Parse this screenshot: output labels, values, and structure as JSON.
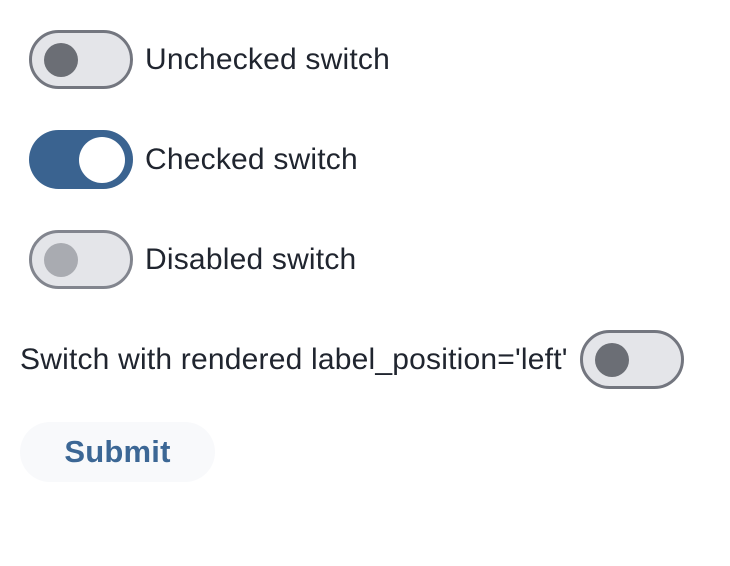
{
  "switches": [
    {
      "label": "Unchecked switch",
      "state": "unchecked",
      "label_position": "right"
    },
    {
      "label": "Checked switch",
      "state": "checked",
      "label_position": "right"
    },
    {
      "label": "Disabled switch",
      "state": "disabled",
      "label_position": "right"
    },
    {
      "label": "Switch with rendered label_position='left'",
      "state": "unchecked",
      "label_position": "left"
    }
  ],
  "submit": {
    "label": "Submit"
  },
  "colors": {
    "checked_track": "#3a6390",
    "track_fill": "#e4e5e9",
    "track_border": "#73767f",
    "track_border_disabled": "#82858e",
    "unchecked_thumb": "#6b6e75",
    "disabled_thumb": "#a9abb1",
    "checked_thumb": "#ffffff",
    "label_text": "#20252f",
    "submit_text": "#3c6795",
    "submit_bg": "#f8f9fb",
    "page_bg": "#ffffff"
  }
}
